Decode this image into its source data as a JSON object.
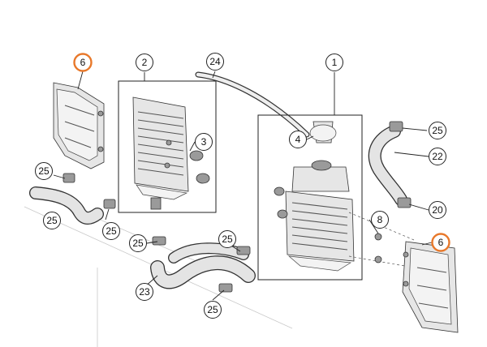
{
  "highlight_color": "#e8782a",
  "callouts": [
    {
      "label": "6",
      "highlighted": true
    },
    {
      "label": "2",
      "highlighted": false
    },
    {
      "label": "24",
      "highlighted": false
    },
    {
      "label": "1",
      "highlighted": false
    },
    {
      "label": "3",
      "highlighted": false
    },
    {
      "label": "4",
      "highlighted": false
    },
    {
      "label": "25",
      "highlighted": false
    },
    {
      "label": "22",
      "highlighted": false
    },
    {
      "label": "25",
      "highlighted": false
    },
    {
      "label": "20",
      "highlighted": false
    },
    {
      "label": "25",
      "highlighted": false
    },
    {
      "label": "8",
      "highlighted": false
    },
    {
      "label": "25",
      "highlighted": false
    },
    {
      "label": "25",
      "highlighted": false
    },
    {
      "label": "25",
      "highlighted": false
    },
    {
      "label": "6",
      "highlighted": true
    },
    {
      "label": "23",
      "highlighted": false
    },
    {
      "label": "25",
      "highlighted": false
    }
  ]
}
